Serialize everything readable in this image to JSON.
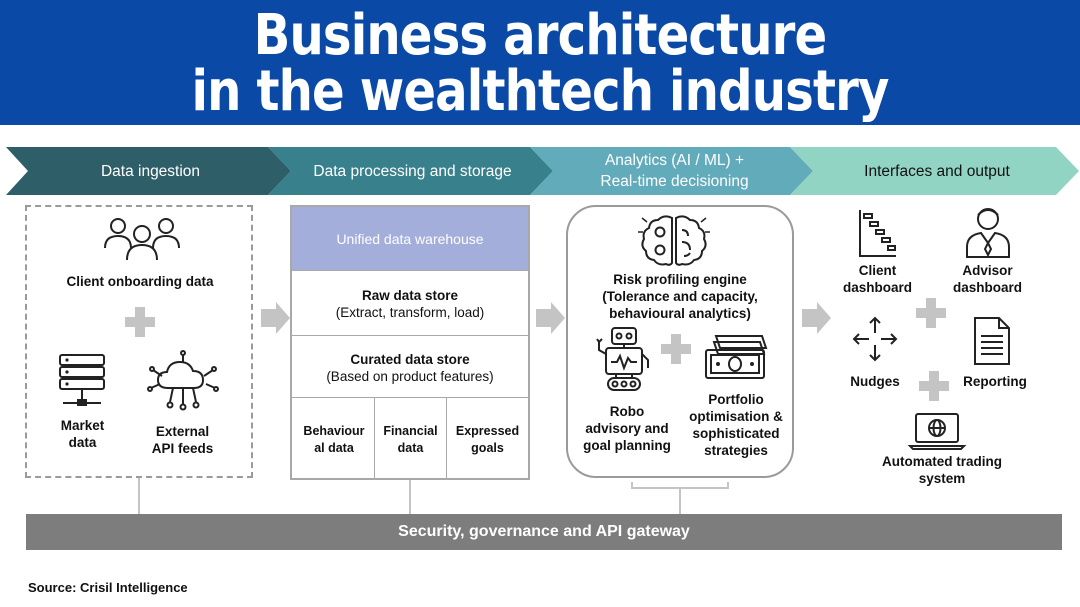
{
  "title": {
    "line1": "Business architecture",
    "line2": "in the wealthtech industry"
  },
  "stages": [
    {
      "label": "Data ingestion",
      "color": "#2e5f68",
      "text_color": "#ffffff"
    },
    {
      "label": "Data processing and storage",
      "color": "#38808c",
      "text_color": "#ffffff"
    },
    {
      "label_line1": "Analytics (AI / ML) +",
      "label_line2": "Real-time decisioning",
      "color": "#62abbb",
      "text_color": "#ffffff"
    },
    {
      "label": "Interfaces and output",
      "color": "#92d4c4",
      "text_color": "#111111"
    }
  ],
  "ingestion": {
    "client_onboarding": "Client onboarding data",
    "market_line1": "Market",
    "market_line2": "data",
    "api_line1": "External",
    "api_line2": "API feeds",
    "icons": [
      "people-icon",
      "plus-icon",
      "server-icon",
      "cloud-network-icon"
    ]
  },
  "processing": {
    "warehouse": "Unified data warehouse",
    "raw_title": "Raw data store",
    "raw_sub": "(Extract, transform, load)",
    "curated_title": "Curated data store",
    "curated_sub": "(Based on product features)",
    "behaviour_line1": "Behaviour",
    "behaviour_line2": "al data",
    "financial_line1": "Financial",
    "financial_line2": "data",
    "goals_line1": "Expressed",
    "goals_line2": "goals"
  },
  "analytics": {
    "risk_line1": "Risk profiling engine",
    "risk_line2": "(Tolerance and capacity,",
    "risk_line3": "behavioural analytics)",
    "robo_line1": "Robo",
    "robo_line2": "advisory and",
    "robo_line3": "goal planning",
    "portfolio_line1": "Portfolio",
    "portfolio_line2": "optimisation &",
    "portfolio_line3": "sophisticated",
    "portfolio_line4": "strategies",
    "icons": [
      "brain-gear-icon",
      "robot-icon",
      "money-icon"
    ]
  },
  "outputs": {
    "client_line1": "Client",
    "client_line2": "dashboard",
    "advisor_line1": "Advisor",
    "advisor_line2": "dashboard",
    "nudges": "Nudges",
    "reporting": "Reporting",
    "trading_line1": "Automated trading",
    "trading_line2": "system",
    "icons": [
      "gantt-chart-icon",
      "advisor-person-icon",
      "arrows-icon",
      "document-icon",
      "laptop-globe-icon"
    ]
  },
  "gateway": "Security, governance and API gateway",
  "source": "Source: Crisil Intelligence",
  "colors": {
    "banner": "#0a4aa6",
    "warehouse_header": "#a3aedb",
    "gateway_bar": "#7d7d7d",
    "connector": "#c4c4c4"
  }
}
